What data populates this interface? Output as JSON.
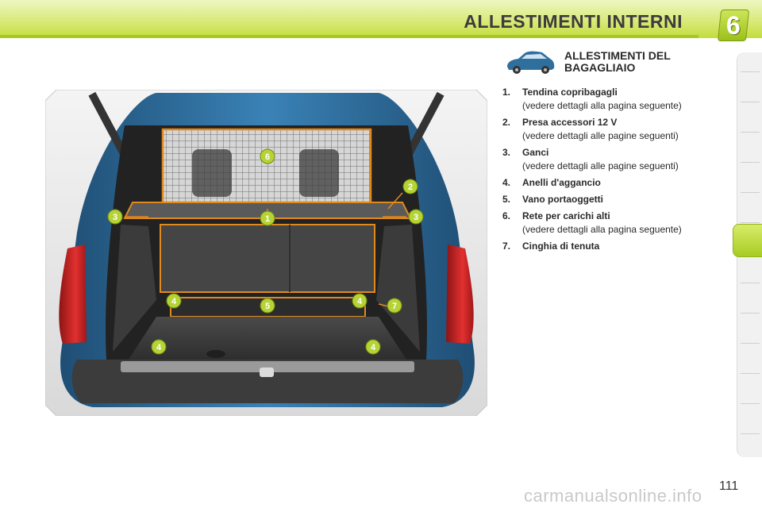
{
  "header": {
    "chapter_title": "ALLESTIMENTI INTERNI",
    "chapter_number": "6"
  },
  "section": {
    "title_line1": "ALLESTIMENTI DEL",
    "title_line2": "BAGAGLIAIO",
    "icon": "car-icon"
  },
  "items": [
    {
      "num": "1.",
      "label": "Tendina copribagagli",
      "note": "(vedere dettagli alla pagina seguente)"
    },
    {
      "num": "2.",
      "label": "Presa accessori 12 V",
      "note": "(vedere dettagli alle pagine seguenti)"
    },
    {
      "num": "3.",
      "label": "Ganci",
      "note": "(vedere dettagli alle pagine seguenti)"
    },
    {
      "num": "4.",
      "label": "Anelli d'aggancio",
      "note": ""
    },
    {
      "num": "5.",
      "label": "Vano portaoggetti",
      "note": ""
    },
    {
      "num": "6.",
      "label": "Rete per carichi alti",
      "note": "(vedere dettagli alla pagina seguente)"
    },
    {
      "num": "7.",
      "label": "Cinghia di tenuta",
      "note": ""
    }
  ],
  "callouts": [
    "1",
    "2",
    "3",
    "3",
    "4",
    "4",
    "4",
    "4",
    "5",
    "6",
    "7"
  ],
  "page_number": "111",
  "watermark": "carmanualsonline.info",
  "colors": {
    "accent_green": "#b5d334",
    "callout_orange": "#e08a1e",
    "car_blue": "#2f6f9e"
  }
}
